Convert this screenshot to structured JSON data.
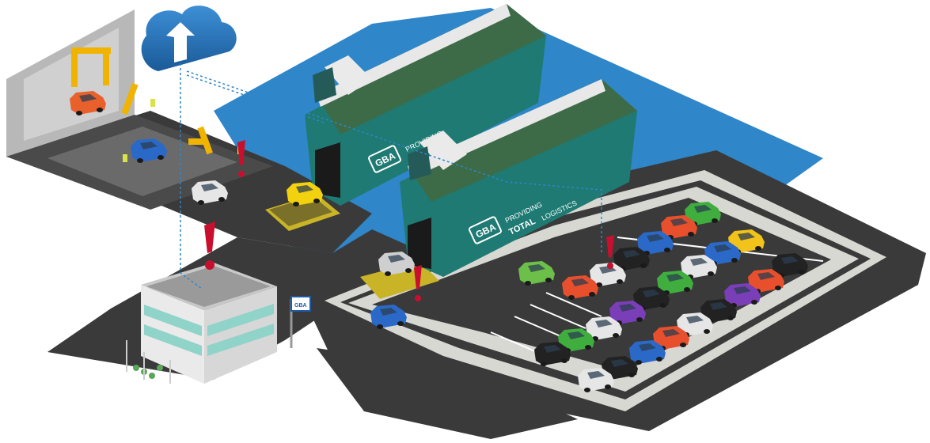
{
  "brand": {
    "logo_text": "GBA",
    "tagline_top": "PROVIDING",
    "tagline_bold": "TOTAL",
    "tagline_rest": "LOGISTICS"
  },
  "icons": {
    "cloud": "cloud-upload-icon",
    "alert": "exclamation-alert-icon",
    "flag": "gba-flag-icon"
  },
  "colors": {
    "water": "#2f86c8",
    "road": "#3a3a3a",
    "ship_hull": "#1e7a72",
    "ship_deck": "#3d6b47",
    "alert": "#c8102e",
    "cloud": "#1f6fb2"
  }
}
